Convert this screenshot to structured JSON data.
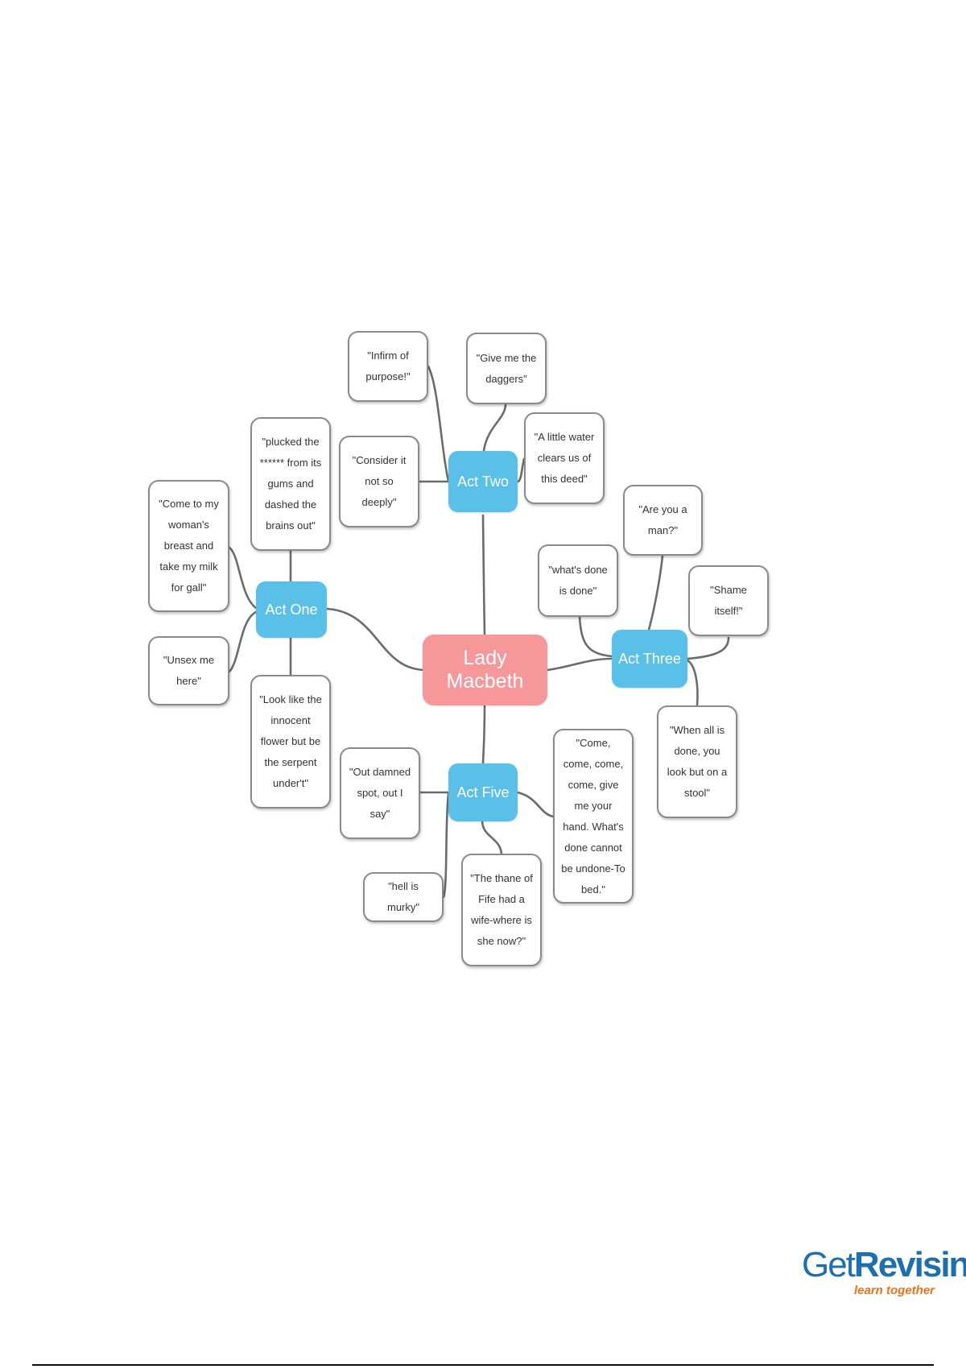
{
  "mindmap": {
    "central": {
      "label": "Lady Macbeth",
      "color": "#f6979a"
    },
    "act_color": "#5bc0e8",
    "acts": {
      "act_one": {
        "label": "Act One",
        "quotes": [
          "\"Come to my woman's breast and take my milk for gall\"",
          "\"plucked the ****** from its gums and dashed the brains out\"",
          "\"Unsex me here\"",
          "\"Look like the innocent flower but be the serpent under't\""
        ]
      },
      "act_two": {
        "label": "Act Two",
        "quotes": [
          "\"Infirm of purpose!\"",
          "\"Give me the daggers\"",
          "\"Consider it not so deeply\"",
          "\"A little water clears us of this deed\""
        ]
      },
      "act_three": {
        "label": "Act Three",
        "quotes": [
          "\"Are you a man?\"",
          "\"what's done is done\"",
          "\"Shame itself!\"",
          "\"When all is done, you look but on a stool\""
        ]
      },
      "act_five": {
        "label": "Act Five",
        "quotes": [
          "\"Out damned spot, out I say\"",
          "\"Come, come, come, come, give me your hand. What's done cannot be undone-To bed.\"",
          "\"hell is murky\"",
          "\"The thane of Fife had a wife-where is she now?\""
        ]
      }
    }
  },
  "logo": {
    "get": "Get",
    "revising": "Revising",
    "tagline": "learn together",
    "colors": {
      "primary": "#1d6fae",
      "accent": "#e8731b"
    }
  }
}
